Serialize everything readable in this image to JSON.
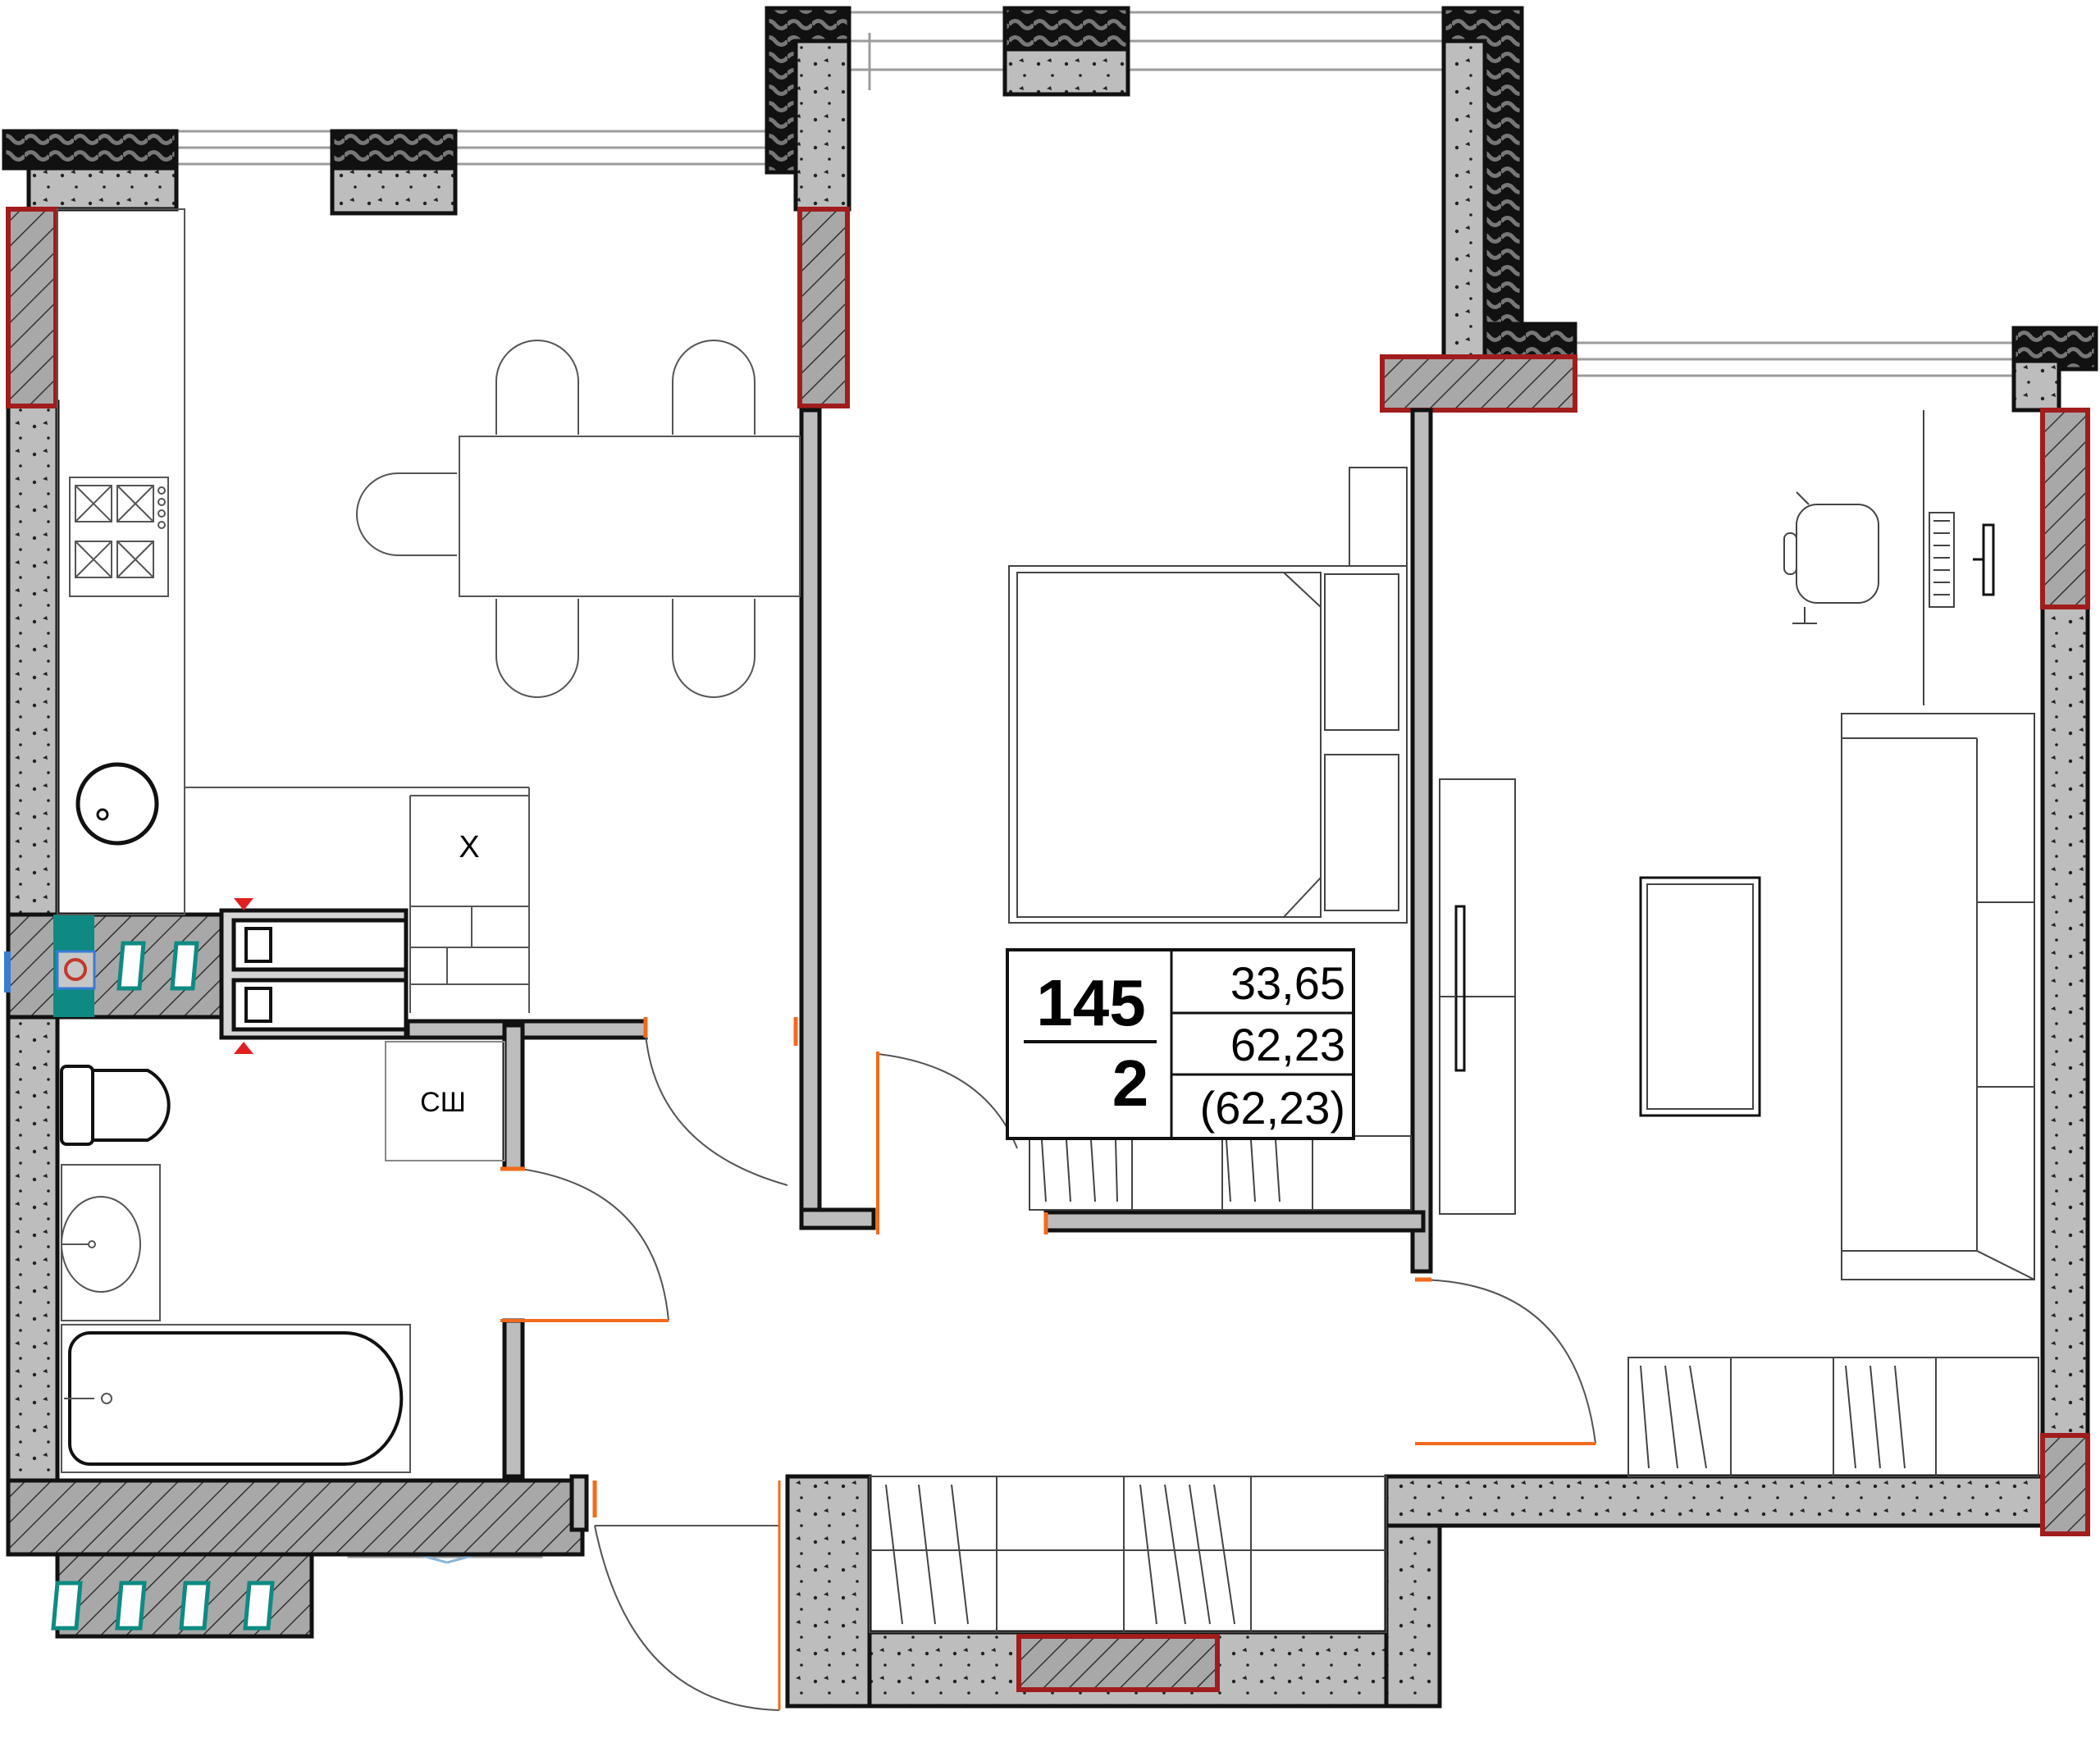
{
  "labels": {
    "fridge_mark": "Х",
    "wardrobe_mark": "СШ"
  },
  "apartment": {
    "number": "145",
    "rooms": "2",
    "living_area": "33,65",
    "total_area": "62,23",
    "total_area_with_balcony": "(62,23)"
  },
  "colors": {
    "wall_fill": "#bdbdbd",
    "wall_stroke": "#111111",
    "column_border": "#a11d1d",
    "door_accent": "#f26a1b",
    "shaft_accent": "#0e8a82",
    "window_line": "#9c9c9c",
    "furniture_line": "#555555"
  },
  "icons": {
    "stove": "stove-icon",
    "sink": "kitchen-sink-icon",
    "toilet": "toilet-icon",
    "washbasin": "washbasin-icon",
    "bathtub": "bathtub-icon",
    "bed": "double-bed-icon",
    "sofa": "sofa-icon",
    "desk_chair": "office-chair-icon",
    "keyboard": "keyboard-icon",
    "tv": "tv-icon"
  }
}
